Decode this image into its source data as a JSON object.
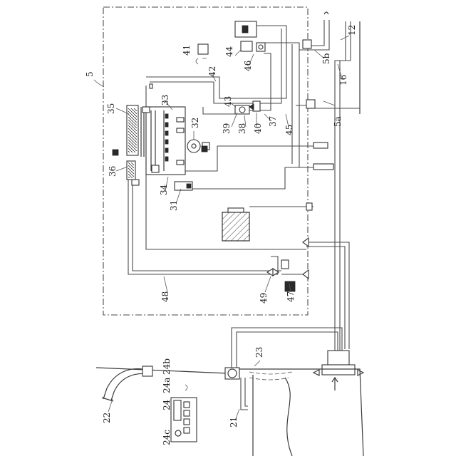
{
  "labels": {
    "l5": "5",
    "l5a": "5a",
    "l5b": "5b",
    "l12": "12",
    "l16": "16",
    "l21": "21",
    "l22": "22",
    "l23": "23",
    "l24": "24",
    "l24a": "24a",
    "l24b": "24b",
    "l24c": "24c",
    "l31": "31",
    "l32": "32",
    "l33": "33",
    "l34": "34",
    "l35": "35",
    "l36": "36",
    "l37": "37",
    "l38": "38",
    "l39": "39",
    "l40": "40",
    "l41": "41",
    "l42": "42",
    "l43": "43",
    "l44": "44",
    "l45": "45",
    "l46": "46",
    "l47": "47",
    "l48": "48",
    "l49": "49"
  }
}
